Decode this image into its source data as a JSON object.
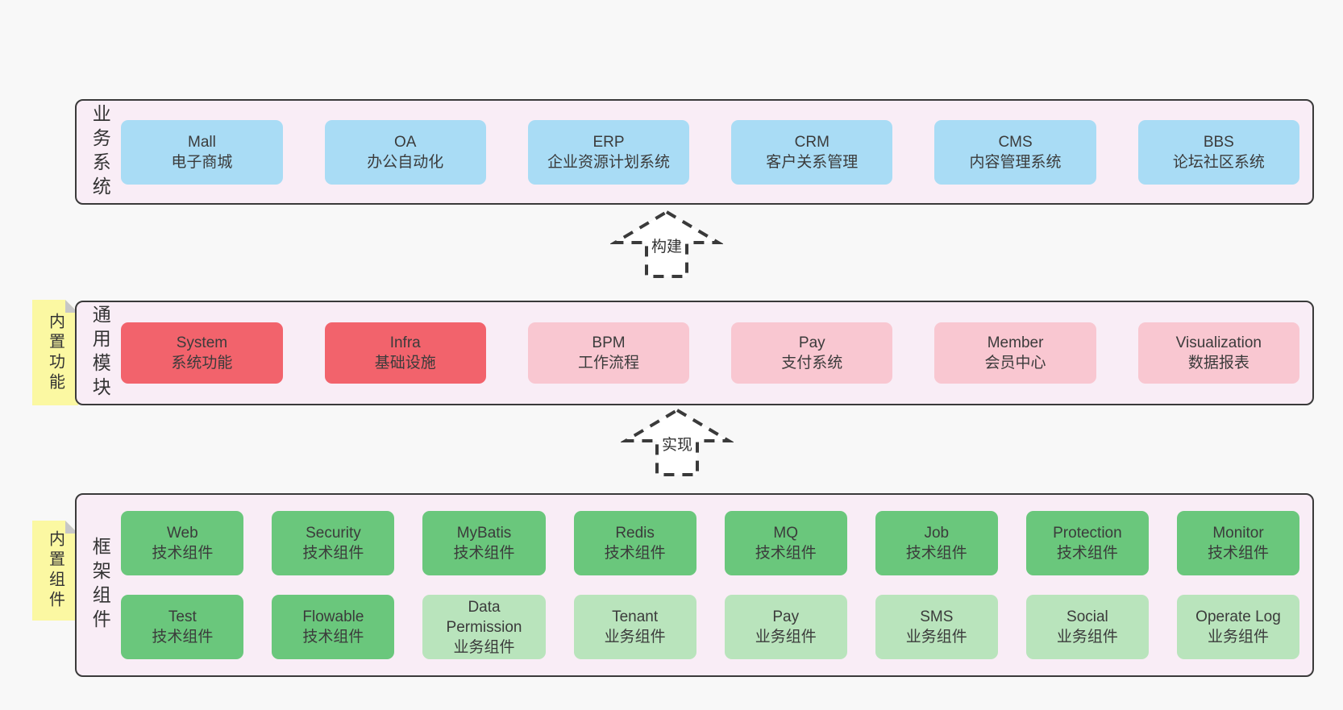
{
  "palette": {
    "page_bg": "#f8f8f8",
    "panel_bg": "#f9edf6",
    "panel_border": "#3a3a3a",
    "blue": "#a9dcf5",
    "red": "#f2636c",
    "pink": "#f9c7d1",
    "green": "#6ac77c",
    "green_light": "#b9e4bc",
    "sticky": "#fbf8a2",
    "sticky_fold": "#c7c7c7",
    "text": "#3c3c3c"
  },
  "layers": {
    "business": {
      "label": "业务系统",
      "boxes": [
        {
          "name": "Mall",
          "desc": "电子商城"
        },
        {
          "name": "OA",
          "desc": "办公自动化"
        },
        {
          "name": "ERP",
          "desc": "企业资源计划系统"
        },
        {
          "name": "CRM",
          "desc": "客户关系管理"
        },
        {
          "name": "CMS",
          "desc": "内容管理系统"
        },
        {
          "name": "BBS",
          "desc": "论坛社区系统"
        }
      ]
    },
    "modules": {
      "label": "通用模块",
      "sticky": "内置功能",
      "boxes": [
        {
          "name": "System",
          "desc": "系统功能"
        },
        {
          "name": "Infra",
          "desc": "基础设施"
        },
        {
          "name": "BPM",
          "desc": "工作流程"
        },
        {
          "name": "Pay",
          "desc": "支付系统"
        },
        {
          "name": "Member",
          "desc": "会员中心"
        },
        {
          "name": "Visualization",
          "desc": "数据报表"
        }
      ]
    },
    "components": {
      "label": "框架组件",
      "sticky": "内置组件",
      "row1": [
        {
          "name": "Web",
          "desc": "技术组件"
        },
        {
          "name": "Security",
          "desc": "技术组件"
        },
        {
          "name": "MyBatis",
          "desc": "技术组件"
        },
        {
          "name": "Redis",
          "desc": "技术组件"
        },
        {
          "name": "MQ",
          "desc": "技术组件"
        },
        {
          "name": "Job",
          "desc": "技术组件"
        },
        {
          "name": "Protection",
          "desc": "技术组件"
        },
        {
          "name": "Monitor",
          "desc": "技术组件"
        }
      ],
      "row2": [
        {
          "name": "Test",
          "desc": "技术组件"
        },
        {
          "name": "Flowable",
          "desc": "技术组件"
        },
        {
          "name": "Data Permission",
          "desc": "业务组件"
        },
        {
          "name": "Tenant",
          "desc": "业务组件"
        },
        {
          "name": "Pay",
          "desc": "业务组件"
        },
        {
          "name": "SMS",
          "desc": "业务组件"
        },
        {
          "name": "Social",
          "desc": "业务组件"
        },
        {
          "name": "Operate Log",
          "desc": "业务组件"
        }
      ]
    }
  },
  "arrows": {
    "build": "构建",
    "implement": "实现"
  }
}
